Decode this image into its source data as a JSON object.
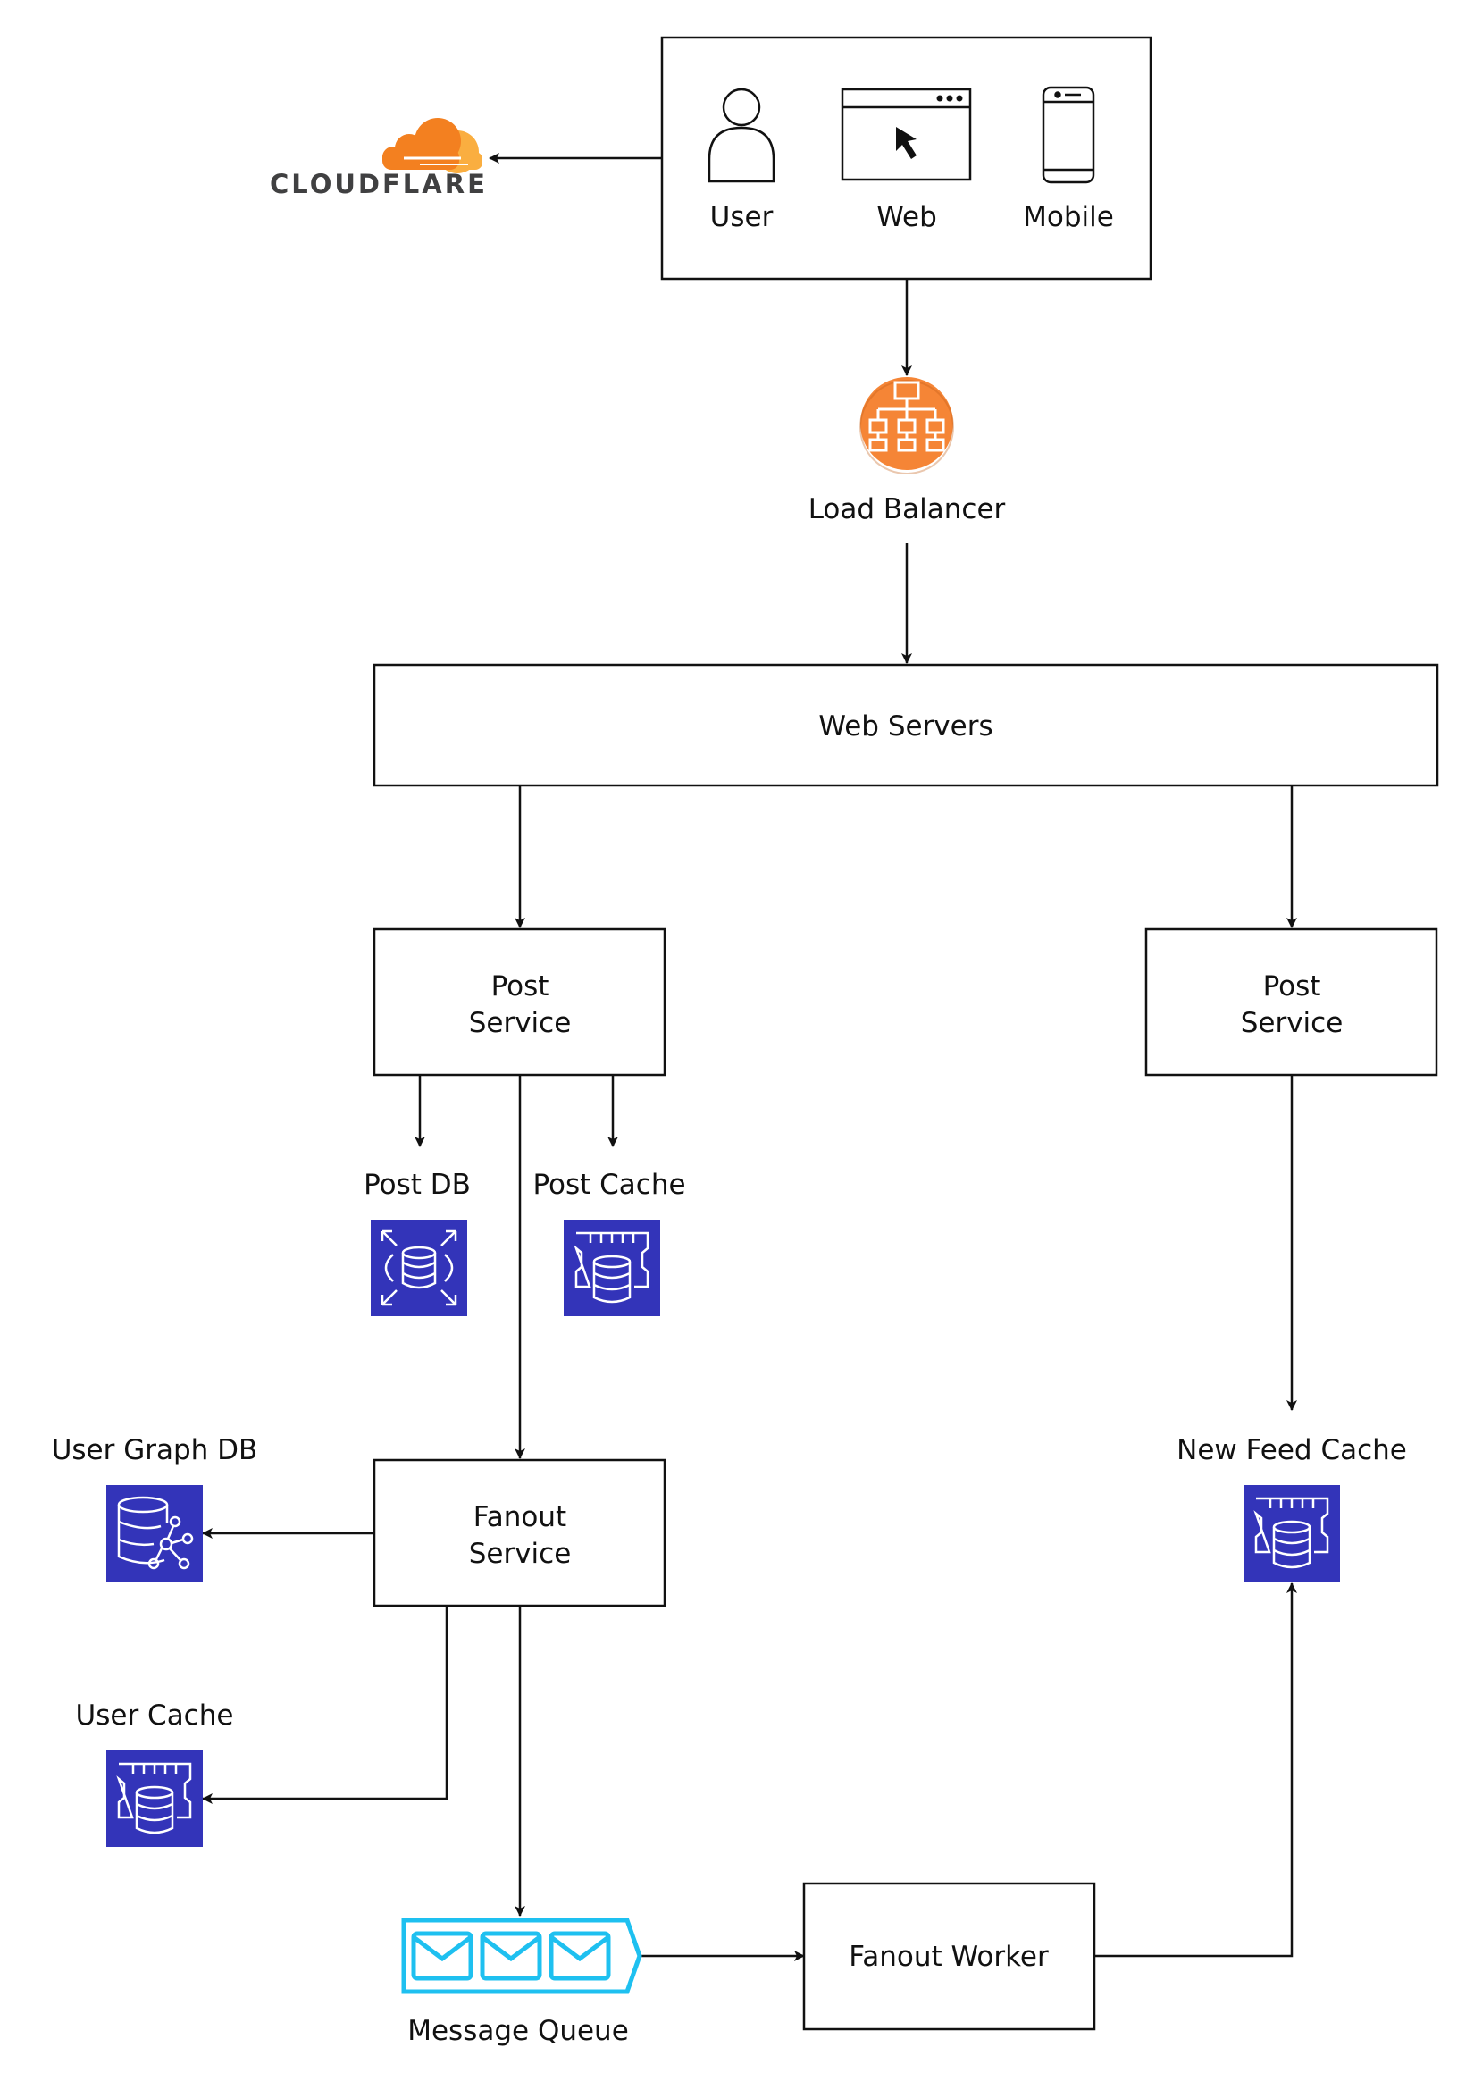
{
  "cloudflare": {
    "wordmark": "CLOUDFLARE",
    "orange": "#F38020",
    "light_orange": "#FAAE40",
    "text_color": "#404041"
  },
  "clients": {
    "user_label": "User",
    "web_label": "Web",
    "mobile_label": "Mobile"
  },
  "load_balancer": {
    "label": "Load Balancer",
    "color": "#F58536"
  },
  "web_servers": {
    "label": "Web Servers"
  },
  "post_service_left": {
    "line1": "Post",
    "line2": "Service"
  },
  "post_service_right": {
    "line1": "Post",
    "line2": "Service"
  },
  "post_db": {
    "label": "Post DB",
    "icon": "rds-database-icon"
  },
  "post_cache": {
    "label": "Post Cache",
    "icon": "elasticache-icon"
  },
  "fanout_service": {
    "line1": "Fanout",
    "line2": "Service"
  },
  "user_graph_db": {
    "label": "User Graph DB",
    "icon": "graph-database-icon"
  },
  "user_cache": {
    "label": "User Cache",
    "icon": "elasticache-icon"
  },
  "new_feed_cache": {
    "label": "New Feed Cache",
    "icon": "elasticache-icon"
  },
  "message_queue": {
    "label": "Message Queue",
    "color": "#1EC0F0"
  },
  "fanout_worker": {
    "label": "Fanout Worker"
  },
  "colors": {
    "aws_db_blue": "#3334B9",
    "stroke": "#111111"
  }
}
